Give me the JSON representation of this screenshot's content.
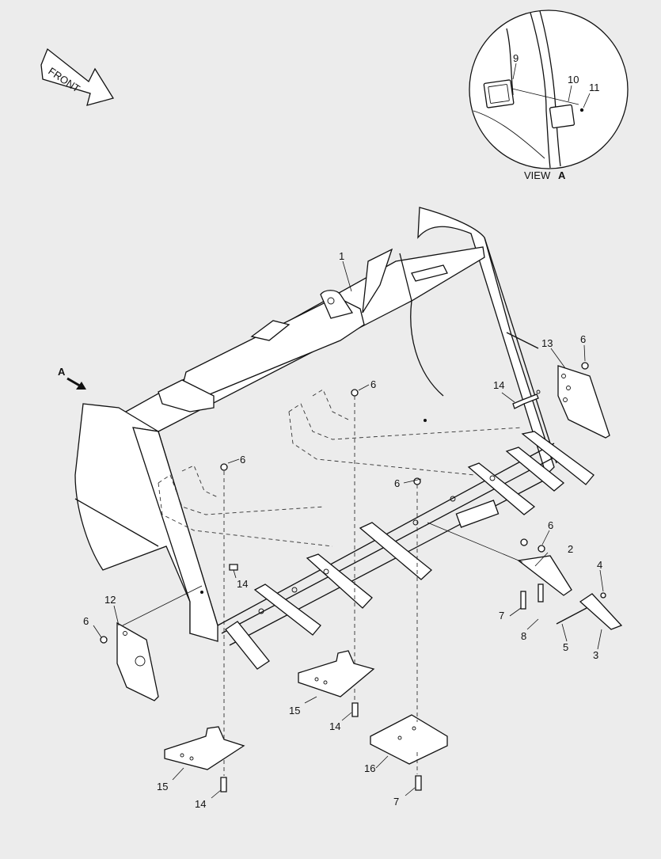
{
  "diagram": {
    "front_label": "FRONT",
    "view_arrow_label": "A",
    "detail_caption": {
      "prefix": "VIEW",
      "suffix": "A"
    },
    "callouts": {
      "c1": "1",
      "c2": "2",
      "c3": "3",
      "c4": "4",
      "c5": "5",
      "c6a": "6",
      "c6b": "6",
      "c6c": "6",
      "c6d": "6",
      "c6e": "6",
      "c6f": "6",
      "c7a": "7",
      "c7b": "7",
      "c8": "8",
      "c9": "9",
      "c10": "10",
      "c11": "11",
      "c12": "12",
      "c13": "13",
      "c14a": "14",
      "c14b": "14",
      "c14c": "14",
      "c14d": "14",
      "c15a": "15",
      "c15b": "15",
      "c16": "16"
    }
  }
}
